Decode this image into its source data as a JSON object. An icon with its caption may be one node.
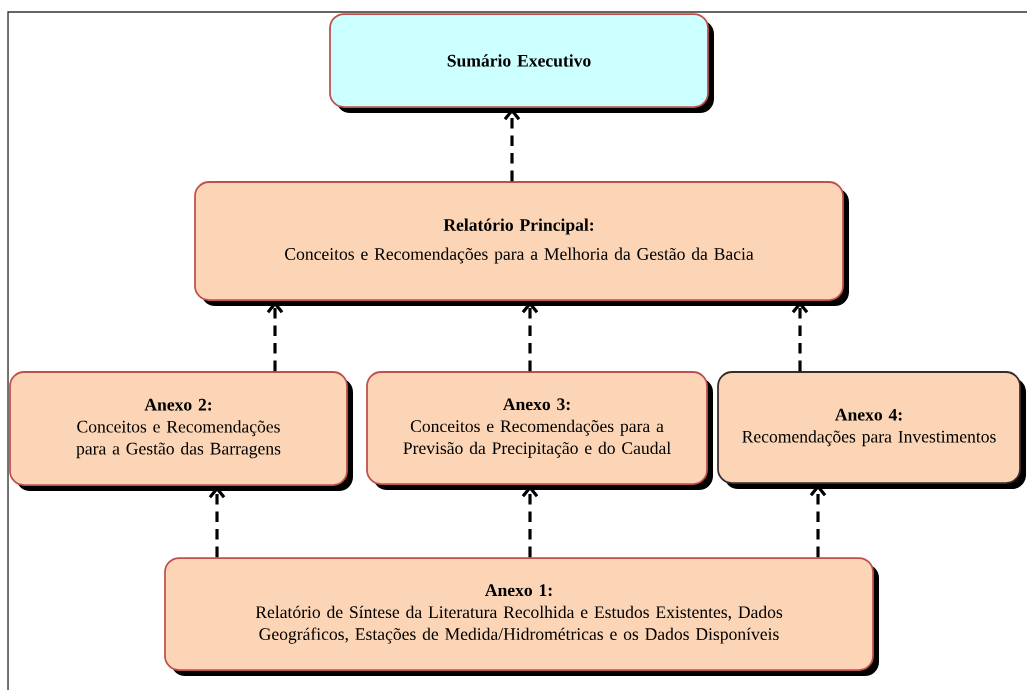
{
  "diagram": {
    "nodes": [
      {
        "text": [
          "Sumário Executivo"
        ]
      },
      {
        "text": [
          "Relatório Principal:",
          "Conceitos e Recomendações para a Melhoria da Gestão da Bacia"
        ]
      },
      {
        "text": [
          "Anexo 2:",
          "Conceitos e Recomendações para a Gestão das Barragens"
        ]
      },
      {
        "text": [
          "Anexo 3:",
          "Conceitos e Recomendações para a Previsão da Precipitação e do Caudal"
        ]
      },
      {
        "text": [
          "Anexo 4:",
          "Recomendações para Investimentos"
        ]
      },
      {
        "text": [
          "Anexo 1:",
          "Relatório de Síntese da Literatura Recolhida e Estudos Existentes, Dados Geográficos, Estações de Medida/Hidrométricas e os Dados Disponíveis"
        ]
      }
    ],
    "edges": [
      {
        "from": 1,
        "to": 0,
        "arrow": "to",
        "style": "dashed"
      },
      {
        "from": 2,
        "to": 1,
        "arrow": "to",
        "style": "dashed"
      },
      {
        "from": 3,
        "to": 1,
        "arrow": "to",
        "style": "dashed"
      },
      {
        "from": 4,
        "to": 1,
        "arrow": "to",
        "style": "dashed"
      },
      {
        "from": 5,
        "to": 2,
        "arrow": "to",
        "style": "dashed"
      },
      {
        "from": 5,
        "to": 3,
        "arrow": "to",
        "style": "dashed"
      },
      {
        "from": 5,
        "to": 4,
        "arrow": "to",
        "style": "dashed"
      }
    ]
  }
}
